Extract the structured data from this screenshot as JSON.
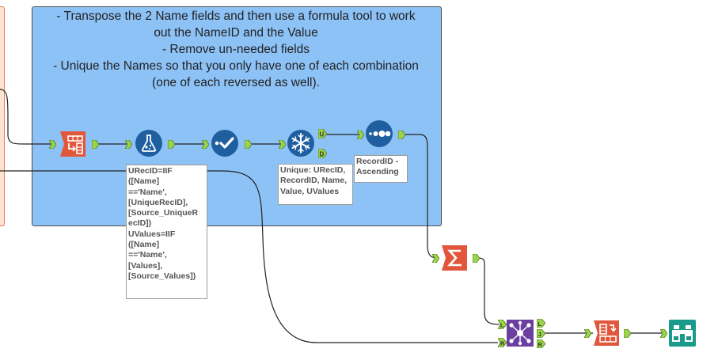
{
  "canvas": {
    "comment_lines": [
      "- Transpose the 2 Name fields and then use a formula tool to work",
      "out the NameID and the Value",
      "- Remove un-needed fields",
      "- Unique the Names so that you only have one of each combination",
      "(one of each reversed as well)."
    ]
  },
  "tools": {
    "transpose": {
      "icon": "transpose-icon",
      "color": "#e2573b"
    },
    "formula": {
      "icon": "formula-flask-icon",
      "color": "#1f5f9f",
      "annotation": [
        "URecID=IIF",
        "([Name]",
        "=='Name',",
        "[UniqueRecID],",
        "[Source_UniqueR",
        "ecID])",
        "UValues=IIF",
        "([Name]",
        "=='Name',",
        "[Values],",
        "[Source_Values])"
      ]
    },
    "select": {
      "icon": "select-check-icon",
      "color": "#1f5f9f"
    },
    "unique": {
      "icon": "unique-snowflake-icon",
      "color": "#1f5f9f",
      "annotation": [
        "Unique: URecID,",
        "RecordID, Name,",
        "Value, UValues"
      ]
    },
    "sort": {
      "icon": "sort-dots-icon",
      "color": "#1f5f9f",
      "annotation": [
        "RecordID -",
        "Ascending"
      ]
    },
    "summarize": {
      "icon": "summarize-sigma-icon",
      "color": "#e2573b"
    },
    "join": {
      "icon": "join-icon",
      "color": "#6a3fa0"
    },
    "crosstab": {
      "icon": "crosstab-icon",
      "color": "#e2573b"
    },
    "browse": {
      "icon": "browse-binoculars-icon",
      "color": "#1a9a8a"
    }
  },
  "anchor_labels": {
    "unique_u": "U",
    "unique_d": "D",
    "join_l_in": "L",
    "join_r_in": "R",
    "join_l_out": "L",
    "join_j_out": "J",
    "join_r_out": "R"
  },
  "colors": {
    "container_fill": "#8dc2f7",
    "anchor_green": "#9bd44a",
    "connection": "#000000"
  }
}
